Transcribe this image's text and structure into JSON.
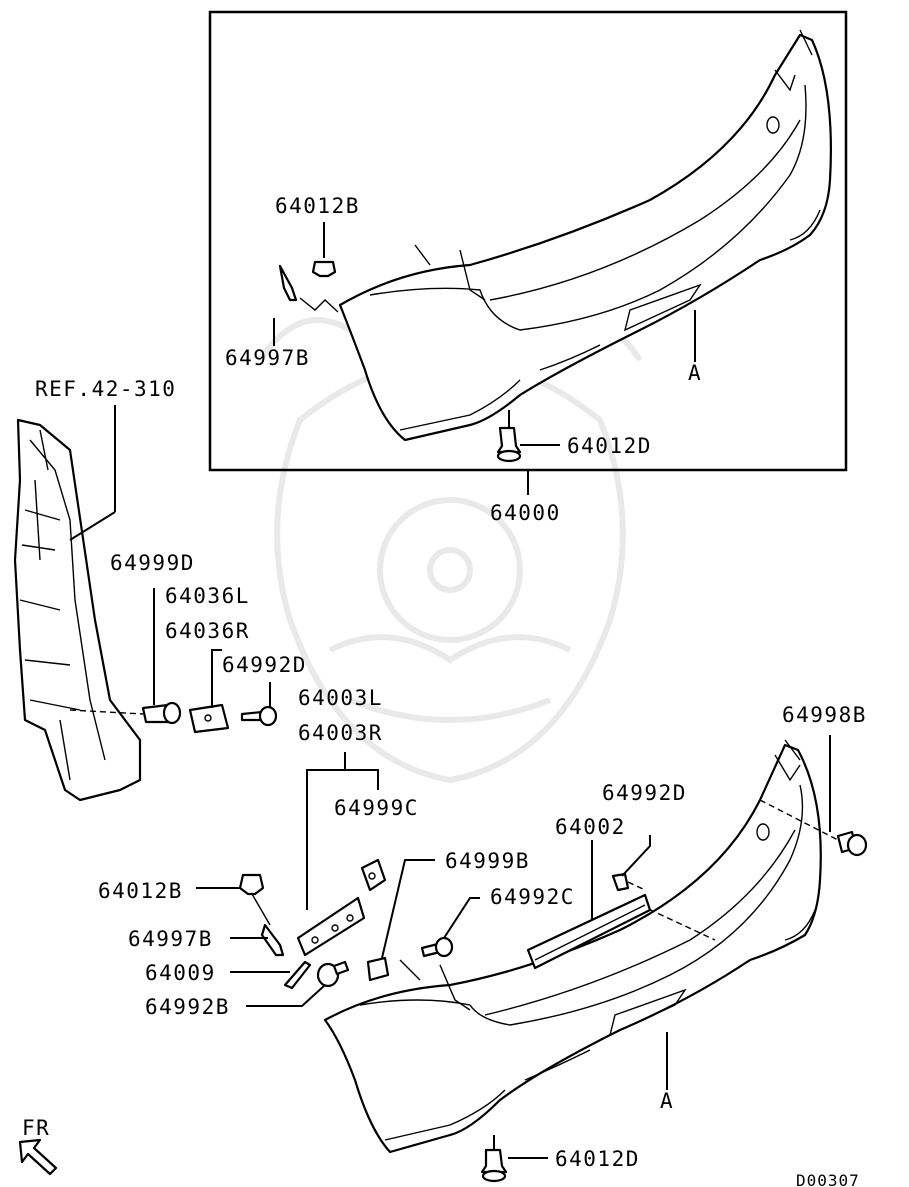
{
  "diagram": {
    "parts": {
      "p64012B_top": "64012B",
      "p64997B_top": "64997B",
      "pA_top": "A",
      "p64012D_top": "64012D",
      "p64000": "64000",
      "ref": "REF.42-310",
      "p64999D": "64999D",
      "p64036L": "64036L",
      "p64036R": "64036R",
      "p64992D_left": "64992D",
      "p64003L": "64003L",
      "p64003R": "64003R",
      "p64999C": "64999C",
      "p64999B": "64999B",
      "p64992C": "64992C",
      "p64002": "64002",
      "p64992D_right": "64992D",
      "p64998B": "64998B",
      "p64012B_bot": "64012B",
      "p64997B_bot": "64997B",
      "p64009": "64009",
      "p64992B": "64992B",
      "pA_bot": "A",
      "p64012D_bot": "64012D"
    },
    "direction_label": "FR",
    "drawing_code": "D00307"
  }
}
